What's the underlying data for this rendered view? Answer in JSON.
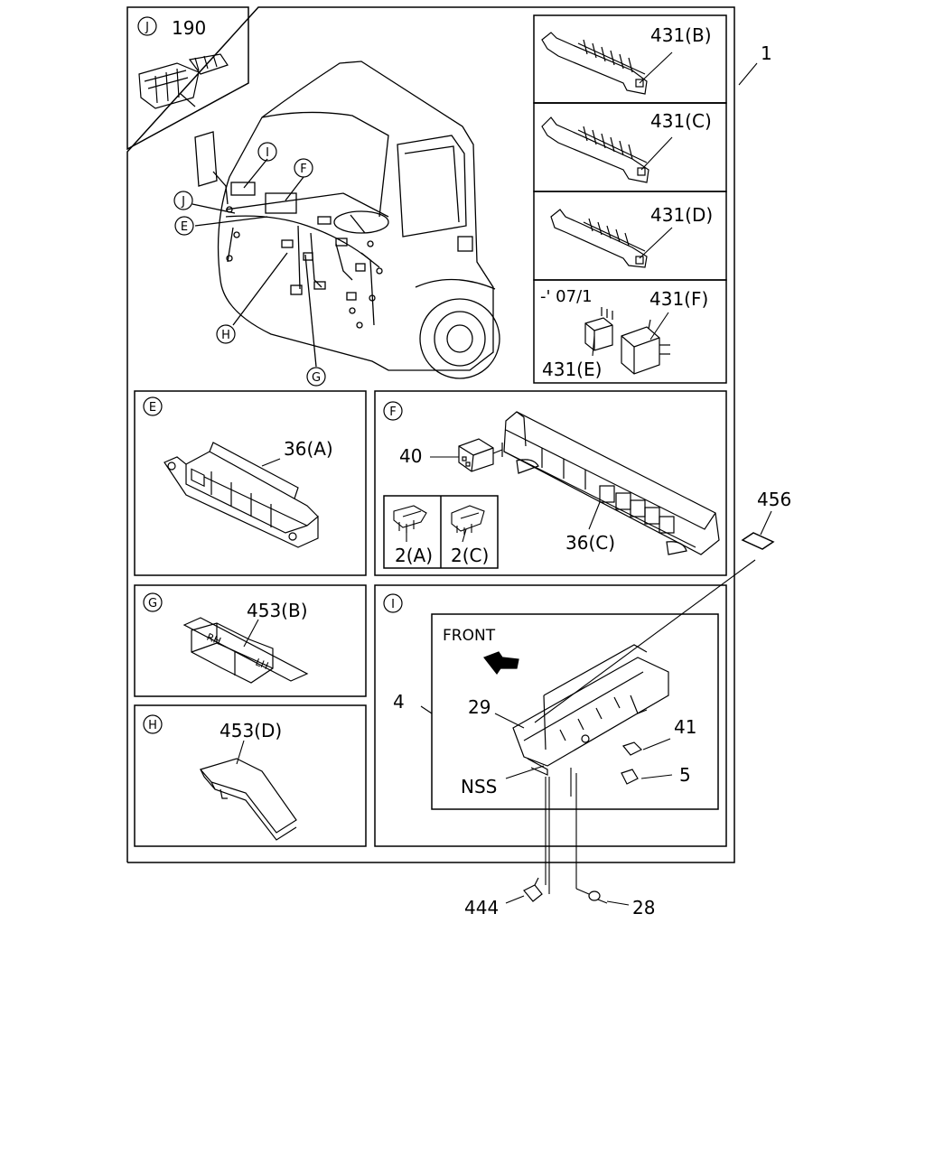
{
  "callouts": {
    "p1": "1",
    "p190": "190",
    "p431b": "431(B)",
    "p431c": "431(C)",
    "p431d": "431(D)",
    "p431e": "431(E)",
    "p431f": "431(F)",
    "p431f_range": "-' 07/1",
    "p36a": "36(A)",
    "p36c": "36(C)",
    "p40": "40",
    "p2a": "2(A)",
    "p2c": "2(C)",
    "p456": "456",
    "p453b": "453(B)",
    "p453d": "453(D)",
    "p4": "4",
    "p29": "29",
    "p41": "41",
    "p5": "5",
    "nss": "NSS",
    "p444": "444",
    "p28": "28"
  },
  "view_letters": {
    "e": "E",
    "f": "F",
    "g": "G",
    "h": "H",
    "i": "I",
    "j": "J"
  },
  "markings": {
    "front": "FRONT",
    "rh": "RH",
    "lh": "LH"
  }
}
